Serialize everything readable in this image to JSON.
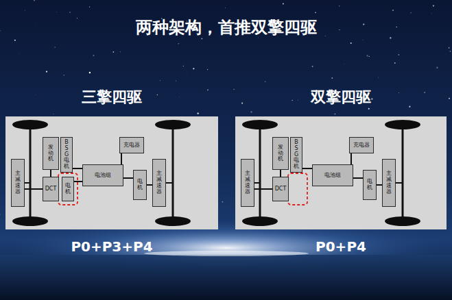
{
  "diagram": {
    "title": "两种架构，首推双擎四驱",
    "nodes": [
      {
        "text": [
          "三擎四驱"
        ]
      },
      {
        "text": [
          "发动机"
        ],
        "in": 0
      },
      {
        "text": [
          "BSG电机"
        ],
        "in": 0
      },
      {
        "text": [
          "充电器"
        ],
        "in": 0
      },
      {
        "text": [
          "主减速器"
        ],
        "in": 0
      },
      {
        "text": [
          "DCT"
        ],
        "in": 0
      },
      {
        "text": [
          "电机"
        ],
        "in": 0
      },
      {
        "text": [
          "电池组"
        ],
        "in": 0
      },
      {
        "text": [
          "电机"
        ],
        "in": 0
      },
      {
        "text": [
          "主减速器"
        ],
        "in": 0
      },
      {
        "text": [
          "双擎四驱"
        ]
      },
      {
        "text": [
          "发动机"
        ],
        "in": 10
      },
      {
        "text": [
          "BSG电机"
        ],
        "in": 10
      },
      {
        "text": [
          "充电器"
        ],
        "in": 10
      },
      {
        "text": [
          "主减速器"
        ],
        "in": 10
      },
      {
        "text": [
          "DCT"
        ],
        "in": 10
      },
      {
        "text": [
          "电池组"
        ],
        "in": 10
      },
      {
        "text": [
          "电机"
        ],
        "in": 10
      },
      {
        "text": [
          "主减速器"
        ],
        "in": 10
      }
    ],
    "edges": [
      {
        "from": 1,
        "to": 5,
        "arrow": "none"
      },
      {
        "from": 5,
        "to": 4,
        "arrow": "none"
      },
      {
        "from": 2,
        "to": 7,
        "arrow": "none"
      },
      {
        "from": 3,
        "to": 7,
        "arrow": "none"
      },
      {
        "from": 7,
        "to": 6,
        "arrow": "none"
      },
      {
        "from": 7,
        "to": 8,
        "arrow": "none"
      },
      {
        "from": 8,
        "to": 9,
        "arrow": "none"
      },
      {
        "from": 11,
        "to": 15,
        "arrow": "none"
      },
      {
        "from": 15,
        "to": 14,
        "arrow": "none"
      },
      {
        "from": 12,
        "to": 16,
        "arrow": "none"
      },
      {
        "from": 13,
        "to": 16,
        "arrow": "none"
      },
      {
        "from": 16,
        "to": 17,
        "arrow": "none"
      },
      {
        "from": 17,
        "to": 18,
        "arrow": "none"
      }
    ],
    "labels": [
      "P0+P3+P4",
      "P0+P4"
    ]
  }
}
